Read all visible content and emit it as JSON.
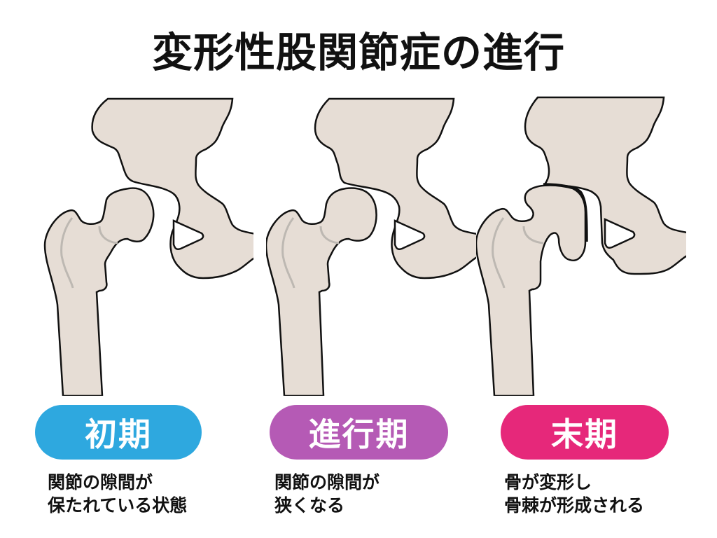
{
  "title": "変形性股関節症の進行",
  "colors": {
    "bone_fill": "#e6ddd5",
    "outline": "#111111",
    "inner_line": "#bdb8b2",
    "early": "#2ea8df",
    "progressive": "#b55ab5",
    "late": "#e6287a"
  },
  "stages": [
    {
      "label": "初期",
      "color": "#2ea8df",
      "description": [
        "関節の隙間が",
        "保たれている状態"
      ],
      "illustration": "hip-joint-normal-gap"
    },
    {
      "label": "進行期",
      "color": "#b55ab5",
      "description": [
        "関節の隙間が",
        "狭くなる"
      ],
      "illustration": "hip-joint-narrowed-gap"
    },
    {
      "label": "末期",
      "color": "#e6287a",
      "description": [
        "骨が変形し",
        "骨棘が形成される"
      ],
      "illustration": "hip-joint-deformed-with-osteophytes"
    }
  ]
}
